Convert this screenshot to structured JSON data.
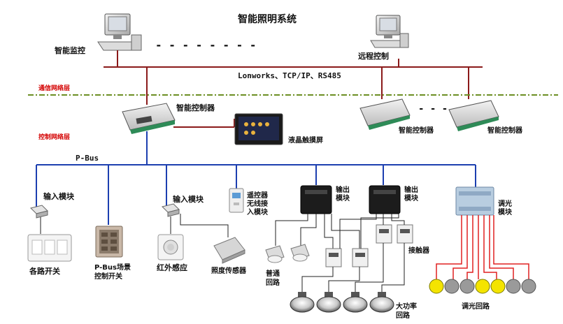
{
  "title": "智能照明系统",
  "top": {
    "monitor_label": "智能监控",
    "remote_label": "远程控制",
    "protocols": "Lonworks、TCP/IP、RS485"
  },
  "layers": {
    "comm": "通信网络层",
    "control": "控制网络层"
  },
  "controllers": {
    "main": "智能控制器",
    "right1": "智能控制器",
    "right2": "智能控制器",
    "dash": "- - -",
    "dash_top": "- - - - - - - -"
  },
  "lcd_label": "液晶触摸屏",
  "bus_label": "P-Bus",
  "devices": {
    "input1": "输入模块",
    "input2": "输入模块",
    "wireless": [
      "遥控器",
      "无线接",
      "入模块"
    ],
    "output1": [
      "输出",
      "模块"
    ],
    "output2": [
      "输出",
      "模块"
    ],
    "dimmer_module": [
      "调光",
      "模块"
    ],
    "switch": "各路开关",
    "scene": [
      "P-Bus场景",
      "控制开关"
    ],
    "ir": "红外感应",
    "lux": "照度传感器",
    "normal_loop": [
      "普通",
      "回路"
    ],
    "contactor": "接触器",
    "high_power": [
      "大功率",
      "回路"
    ],
    "dim_loop": "调光回路"
  },
  "colors": {
    "bus_red": "#8b1a1a",
    "bus_blue": "#1c3fb0",
    "dash_green": "#6b8e23",
    "layer_red": "#d40000",
    "bulb_yellow": "#f4e400",
    "bulb_grey": "#9a9a9a",
    "wire_red": "#e02020"
  },
  "icons": [
    "computer-icon",
    "controller-icon",
    "touchscreen-icon",
    "input-module-icon",
    "wall-switch-icon",
    "scene-panel-icon",
    "ir-sensor-icon",
    "lux-sensor-icon",
    "wireless-module-icon",
    "output-module-icon",
    "dimmer-module-icon",
    "contactor-icon",
    "spotlight-icon",
    "high-bay-lamp-icon",
    "bulb-icon"
  ]
}
